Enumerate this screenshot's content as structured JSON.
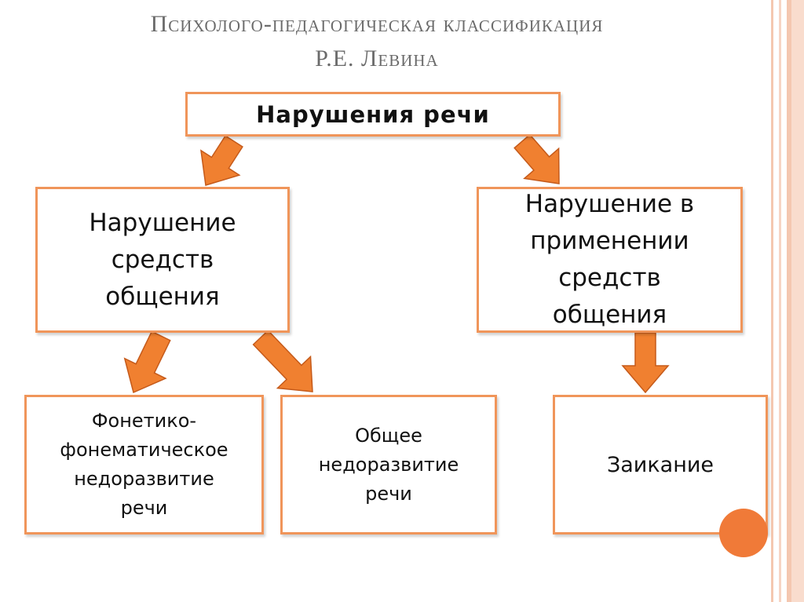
{
  "title": {
    "line1": "Психолого-педагогическая классификация",
    "line2": "Р.Е. Левина"
  },
  "nodes": {
    "root": "Нарушения речи",
    "means": [
      "Нарушение",
      "средств",
      "общения"
    ],
    "usage": [
      "Нарушение в",
      "применении",
      "средств",
      "общения"
    ],
    "ffn": [
      "Фонетико-",
      "фонематическое",
      "недоразвитие",
      "речи"
    ],
    "onr": [
      "Общее",
      "недоразвитие",
      "речи"
    ],
    "stutter": "Заикание"
  },
  "colors": {
    "border": "#f0955a",
    "arrow_fill": "#f08030",
    "arrow_stroke": "#c55a1a",
    "title": "#6b6b6b"
  }
}
